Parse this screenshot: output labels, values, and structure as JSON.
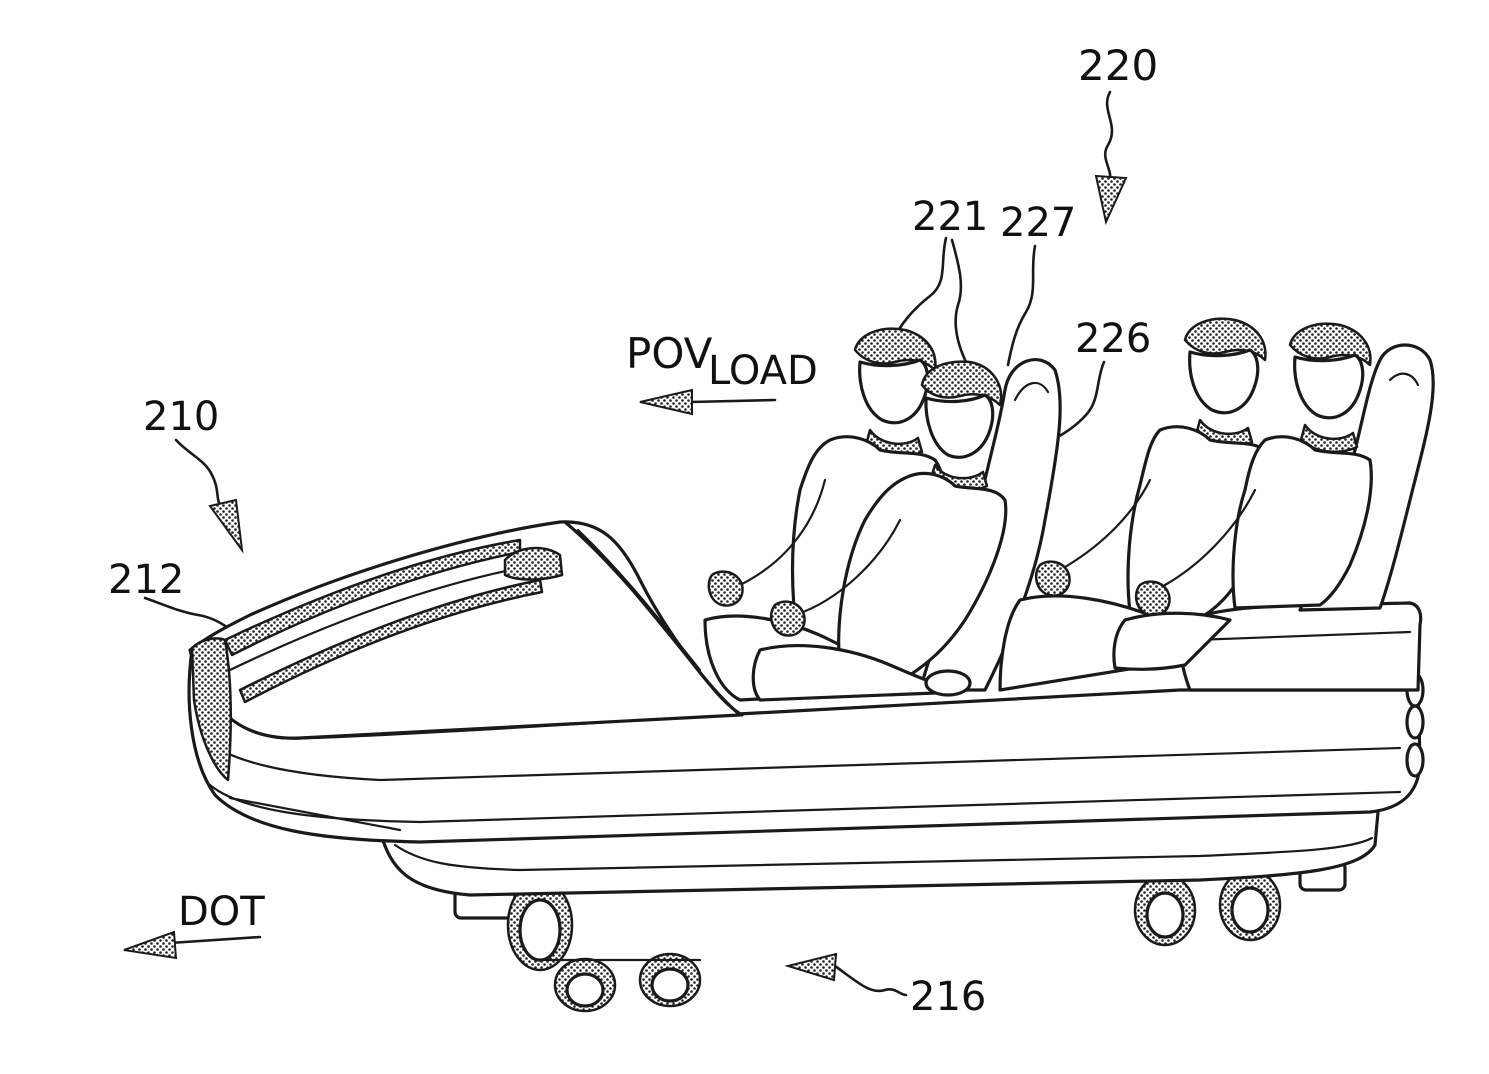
{
  "figure": {
    "labels": {
      "vehicle": "210",
      "front_panel": "212",
      "bogies": "216",
      "passenger_rows": "220",
      "passengers": "221",
      "seat_back": "227",
      "seat": "226"
    },
    "pov_main": "POV",
    "pov_sub": "LOAD",
    "dot": "DOT"
  }
}
